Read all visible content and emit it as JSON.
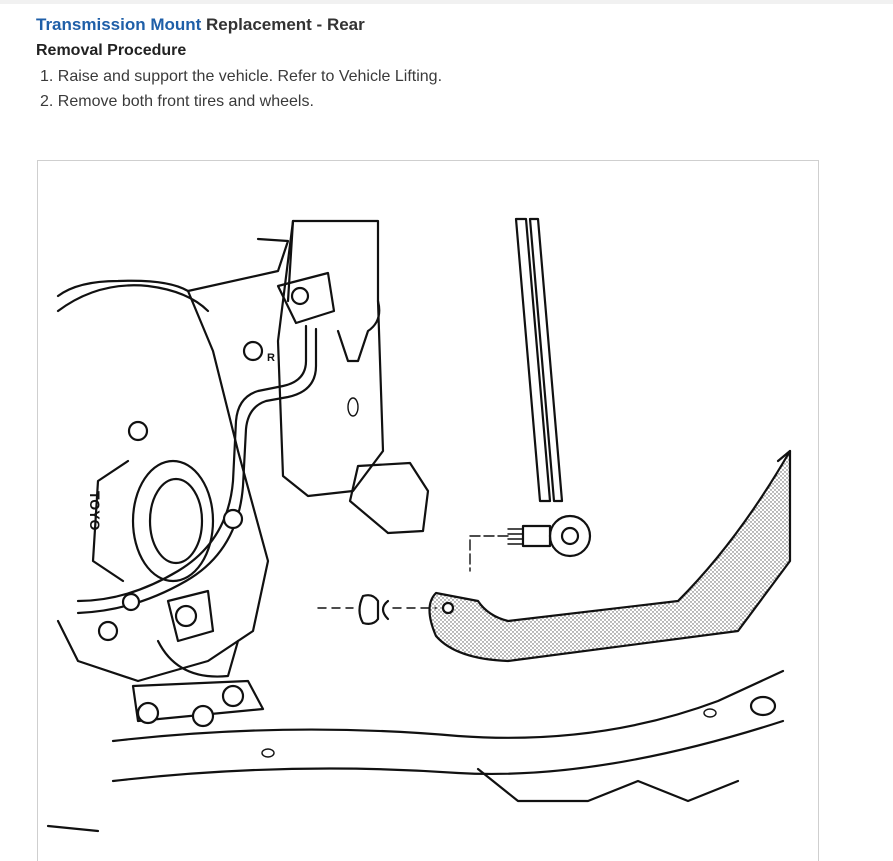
{
  "header": {
    "title_link": "Transmission Mount",
    "title_rest": " Replacement - Rear",
    "subtitle": "Removal Procedure"
  },
  "steps": [
    {
      "number": "1.",
      "text": "Raise and support the vehicle. Refer to Vehicle Lifting."
    },
    {
      "number": "2.",
      "text": "Remove both front tires and wheels."
    }
  ],
  "figure": {
    "caliper_marking": "TOYO",
    "strut_marking": "R",
    "colors": {
      "link": "#1f5fa8",
      "line": "#111111",
      "border": "#cfcfcf"
    }
  }
}
